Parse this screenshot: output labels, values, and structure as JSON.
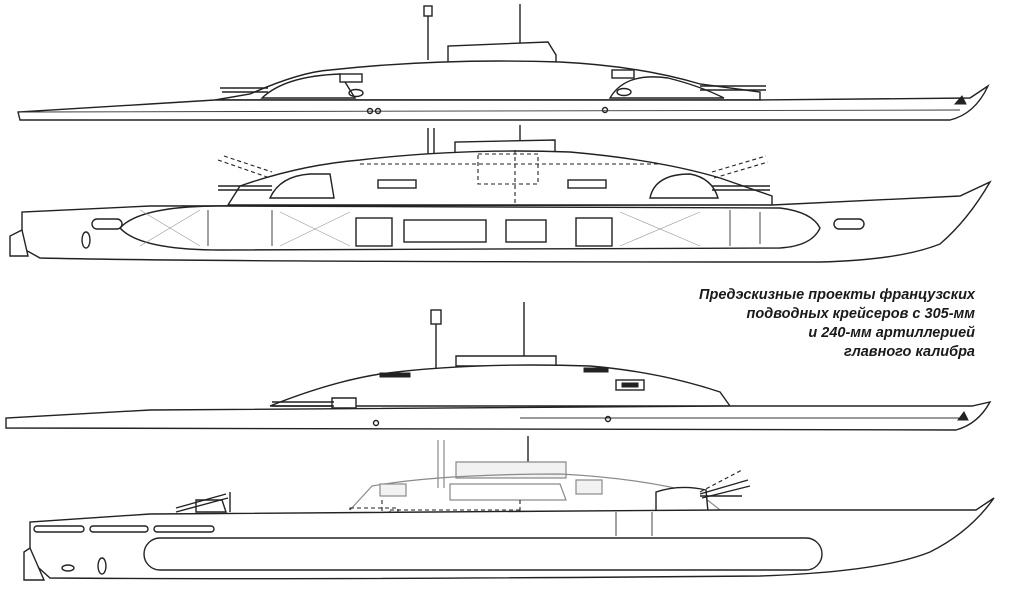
{
  "caption": {
    "lines": [
      "Предэскизные проекты французских",
      "подводных крейсеров с 305-мм",
      "и 240-мм артиллерией",
      "главного калибра"
    ]
  },
  "drawings": [
    {
      "id": "project-305-side-view"
    },
    {
      "id": "project-305-cutaway"
    },
    {
      "id": "project-240-side-view"
    },
    {
      "id": "project-240-cutaway"
    }
  ]
}
